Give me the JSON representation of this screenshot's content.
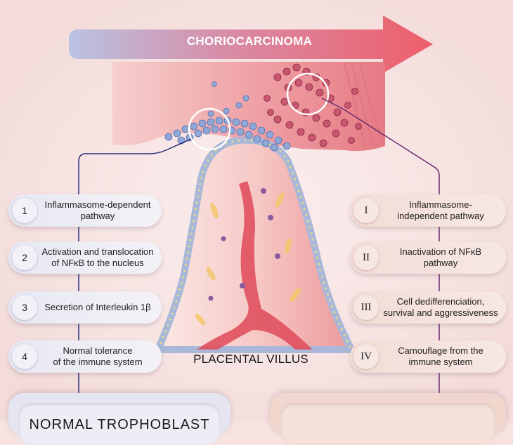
{
  "title": "CHORIOCARCINOMA",
  "villus_label": "PLACENTAL VILLUS",
  "left_steps": [
    {
      "num": "1",
      "text": "Inflammasome-dependent\npathway"
    },
    {
      "num": "2",
      "text": "Activation and translocation\nof NFκB to the nucleus"
    },
    {
      "num": "3",
      "text": "Secretion of Interleukin 1β"
    },
    {
      "num": "4",
      "text": "Normal tolerance\nof the immune system"
    }
  ],
  "right_steps": [
    {
      "num": "I",
      "text": "Inflammasome-\nindependent pathway"
    },
    {
      "num": "II",
      "text": "Inactivation of NFκB\npathway"
    },
    {
      "num": "III",
      "text": "Cell dedifferenciation,\nsurvival and aggressiveness"
    },
    {
      "num": "IV",
      "text": "Camouflage from the\nimmune system"
    }
  ],
  "bottom_left": "NORMAL TROPHOBLAST",
  "bottom_right": "",
  "colors": {
    "arrow_start": "#b9c3e2",
    "arrow_end": "#ee5f6b",
    "left_line": "#2a2f7a",
    "right_line": "#6a2a6e",
    "blood_vessel": "#e0505e"
  }
}
